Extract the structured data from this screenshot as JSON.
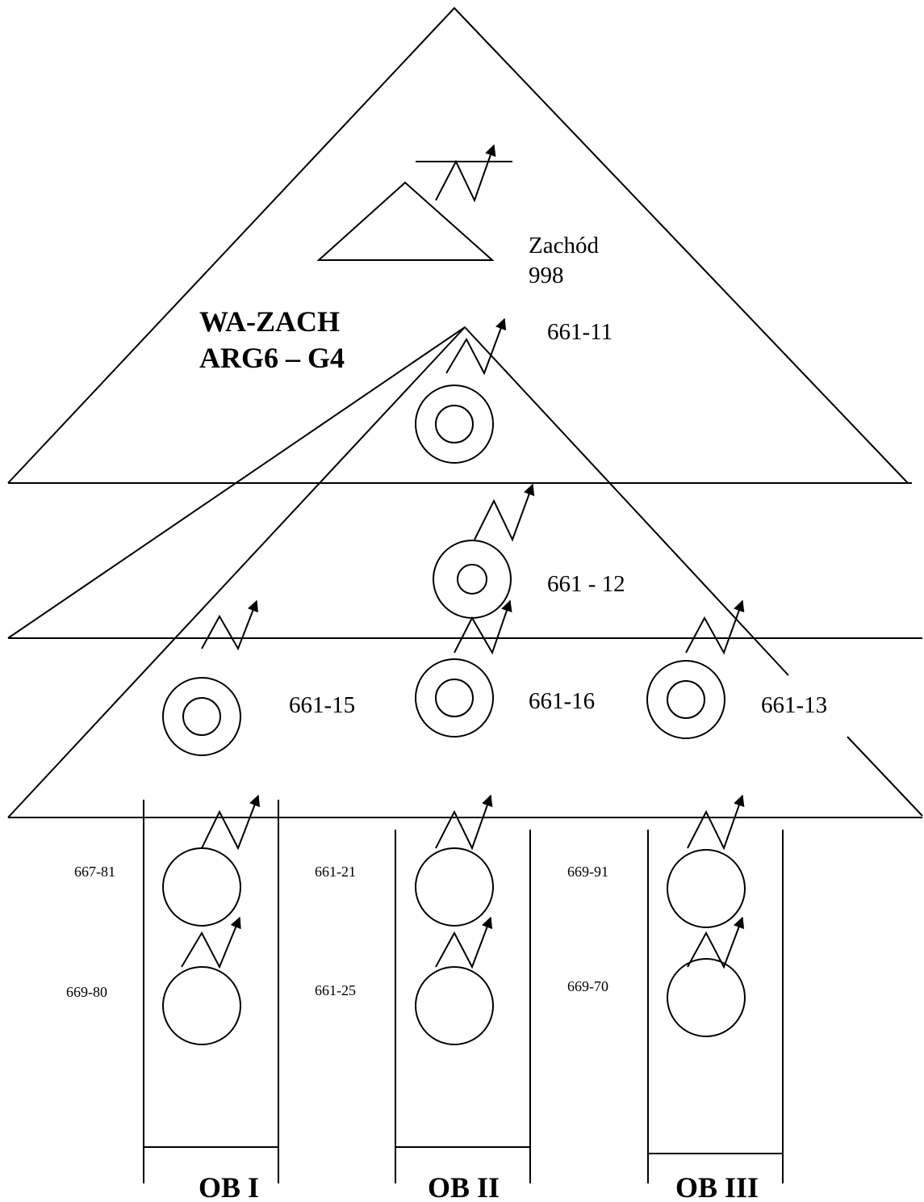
{
  "region": {
    "name_line1": "WA-ZACH",
    "name_line2": "ARG6 – G4",
    "zachod_label": "Zachód",
    "zachod_number": "998"
  },
  "stations": {
    "s661_11": "661-11",
    "s661_12": "661 - 12",
    "s661_15": "661-15",
    "s661_16": "661-16",
    "s661_13": "661-13",
    "s667_81": "667-81",
    "s669_80": "669-80",
    "s661_21": "661-21",
    "s661_25": "661-25",
    "s669_91": "669-91",
    "s669_70": "669-70"
  },
  "columns": {
    "ob1": "OB I",
    "ob2": "OB II",
    "ob3": "OB III"
  }
}
